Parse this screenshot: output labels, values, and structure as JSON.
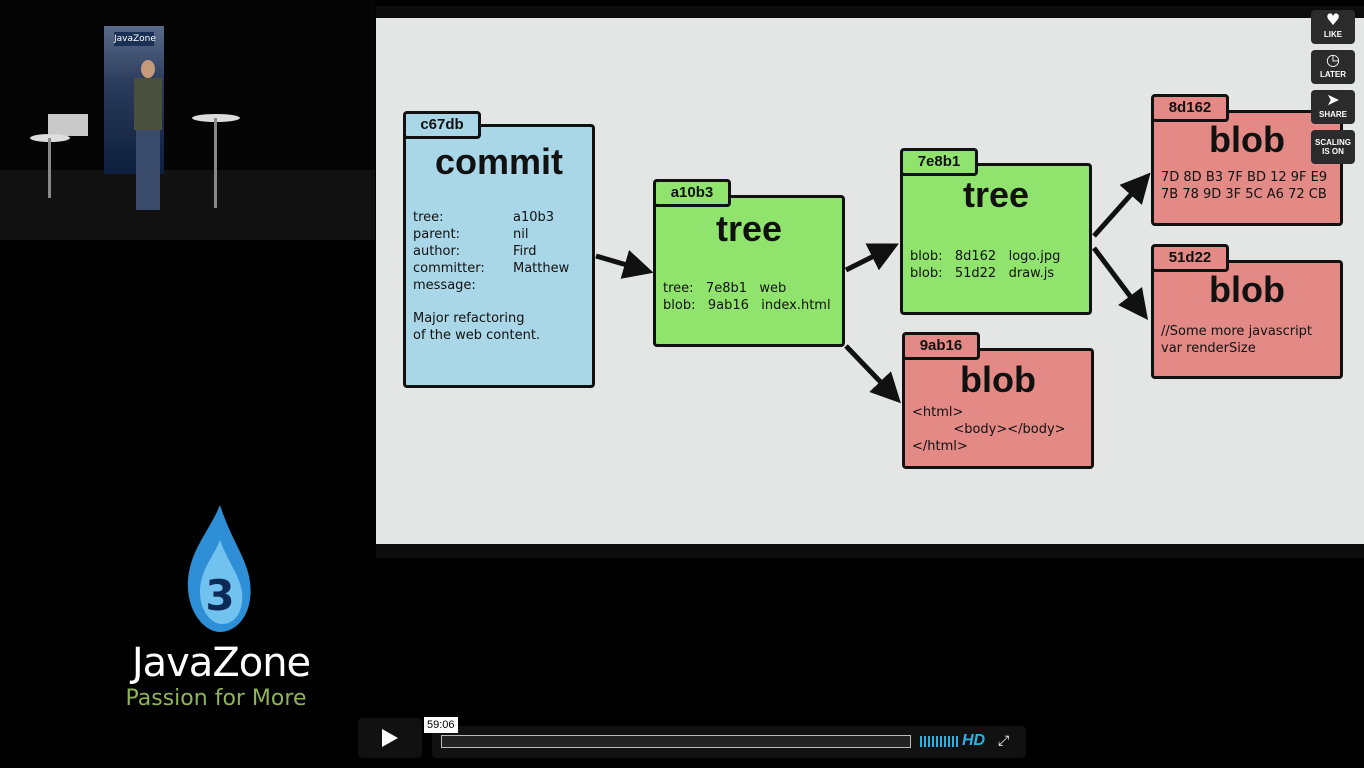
{
  "slide": {
    "commit": {
      "hash": "c67db",
      "type": "commit",
      "fields": "tree:\nparent:\nauthor:\ncommitter:\nmessage:",
      "values": "a10b3\nnil\nFird\nMatthew",
      "message": "Major refactoring\nof the web content."
    },
    "tree1": {
      "hash": "a10b3",
      "type": "tree",
      "entries": "tree:   7e8b1   web\nblob:   9ab16   index.html"
    },
    "tree2": {
      "hash": "7e8b1",
      "type": "tree",
      "entries": "blob:   8d162   logo.jpg\nblob:   51d22   draw.js"
    },
    "blob_9ab16": {
      "hash": "9ab16",
      "type": "blob",
      "content": "<html>\n          <body></body>\n</html>"
    },
    "blob_8d162": {
      "hash": "8d162",
      "type": "blob",
      "content": "7D 8D B3 7F BD 12 9F E9\n7B 78 9D 3F 5C A6 72 CB"
    },
    "blob_51d22": {
      "hash": "51d22",
      "type": "blob",
      "content": "//Some more javascript\nvar renderSize"
    }
  },
  "brand": {
    "badge_number": "3",
    "name": "JavaZone",
    "tagline": "Passion for More",
    "banner_text": "JavaZone"
  },
  "side_buttons": {
    "like": "LIKE",
    "later": "LATER",
    "share": "SHARE",
    "scaling": "SCALING IS ON"
  },
  "player": {
    "time": "59:06",
    "progress": 0.0,
    "hd_label": "HD",
    "volume_bars": 10
  },
  "colors": {
    "commit": "#a9d7e8",
    "tree": "#90e36c",
    "blob": "#e38a86",
    "accent": "#2db1e4"
  }
}
